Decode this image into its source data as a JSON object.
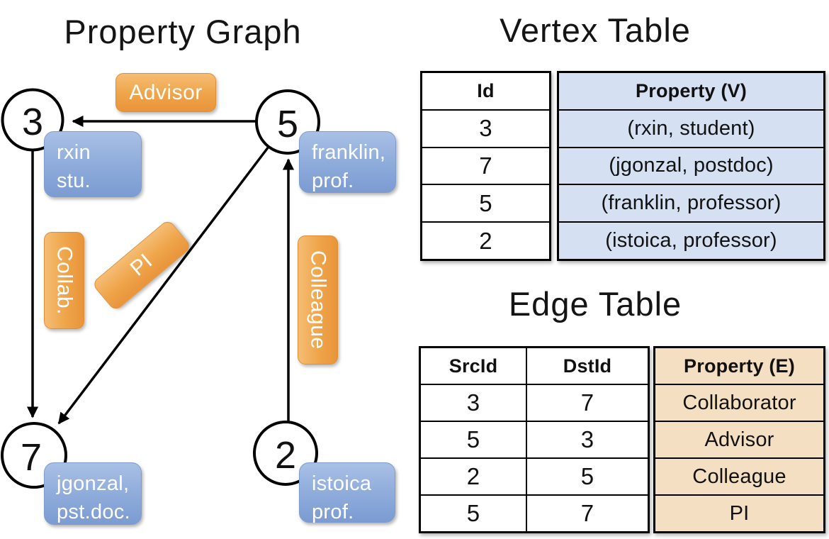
{
  "titles": {
    "graph": "Property Graph",
    "vertex_table": "Vertex Table",
    "edge_table": "Edge Table"
  },
  "graph": {
    "nodes": [
      {
        "id": "3",
        "property": [
          "rxin",
          "stu."
        ]
      },
      {
        "id": "5",
        "property": [
          "franklin,",
          "prof."
        ]
      },
      {
        "id": "7",
        "property": [
          "jgonzal,",
          "pst.doc."
        ]
      },
      {
        "id": "2",
        "property": [
          "istoica",
          "prof."
        ]
      }
    ],
    "edge_labels": {
      "advisor": "Advisor",
      "collab": "Collab.",
      "pi": "PI",
      "colleague": "Colleague"
    }
  },
  "vertex_table": {
    "headers": [
      "Id",
      "Property (V)"
    ],
    "rows": [
      [
        "3",
        "(rxin, student)"
      ],
      [
        "7",
        "(jgonzal, postdoc)"
      ],
      [
        "5",
        "(franklin, professor)"
      ],
      [
        "2",
        "(istoica, professor)"
      ]
    ]
  },
  "edge_table": {
    "headers": [
      "SrcId",
      "DstId",
      "Property (E)"
    ],
    "rows": [
      [
        "3",
        "7",
        "Collaborator"
      ],
      [
        "5",
        "3",
        "Advisor"
      ],
      [
        "2",
        "5",
        "Colleague"
      ],
      [
        "5",
        "7",
        "PI"
      ]
    ]
  },
  "colors": {
    "edge_label_orange": "#EFA54B",
    "vertex_label_blue": "#8FACDB",
    "vertex_cell_blue": "#D5E0F2",
    "edge_cell_tan": "#F4DFC2",
    "line_black": "#000000",
    "text_white": "#FFFFFF"
  }
}
